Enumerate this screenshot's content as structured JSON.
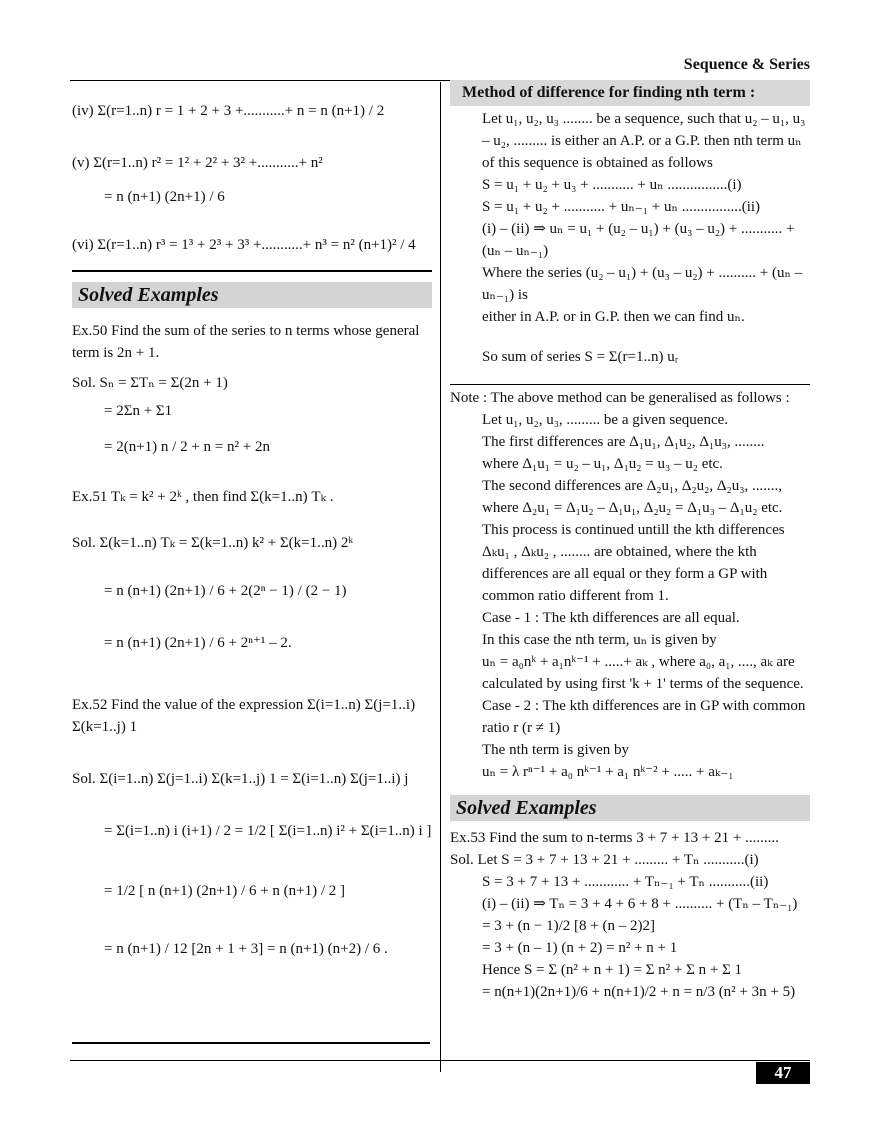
{
  "header": {
    "title": "Sequence & Series"
  },
  "page_number": "47",
  "left": [
    "(iv)  Σ(r=1..n) r = 1 + 2 + 3 +...........+ n = n (n+1) / 2",
    "(v)  Σ(r=1..n) r² = 1² + 2² + 3² +...........+ n²",
    "= n (n+1) (2n+1) / 6",
    "(vi)  Σ(r=1..n) r³ = 1³ + 2³ + 3³ +...........+ n³ = n² (n+1)² / 4",
    "Solved Examples",
    "Ex.50  Find the sum of the series to n terms whose general term is 2n + 1.",
    "Sol. Sₙ = ΣTₙ = Σ(2n + 1)",
    "= 2Σn + Σ1",
    "= 2(n+1) n / 2 + n = n² + 2n",
    "Ex.51  Tₖ = k² + 2ᵏ , then find Σ(k=1..n) Tₖ .",
    "Sol. Σ(k=1..n) Tₖ = Σ(k=1..n) k² + Σ(k=1..n) 2ᵏ",
    "= n (n+1) (2n+1) / 6 + 2(2ⁿ − 1) / (2 − 1)",
    "= n (n+1) (2n+1) / 6 + 2ⁿ⁺¹ – 2.",
    "Ex.52  Find the value of the expression Σ(i=1..n) Σ(j=1..i) Σ(k=1..j) 1",
    "Sol. Σ(i=1..n) Σ(j=1..i) Σ(k=1..j) 1 = Σ(i=1..n) Σ(j=1..i) j",
    "= Σ(i=1..n) i (i+1) / 2 = 1/2 [ Σ(i=1..n) i² + Σ(i=1..n) i ]",
    "= 1/2 [ n (n+1) (2n+1) / 6 + n (n+1) / 2 ]",
    "= n (n+1) / 12 [2n + 1 + 3] = n (n+1) (n+2) / 6 ."
  ],
  "right": [
    "Method of difference for finding nth term :",
    "Let u₁, u₂, u₃ ........ be a sequence, such that u₂ – u₁, u₃ – u₂, ......... is either an A.P. or a G.P. then nth term uₙ of this sequence is obtained as follows",
    "S = u₁ + u₂ + u₃ + ........... + uₙ ................(i)",
    "S = u₁ + u₂ + ........... + uₙ₋₁ + uₙ ................(ii)",
    "(i) – (ii) ⇒ uₙ = u₁ + (u₂ – u₁) + (u₃ – u₂) + ........... + (uₙ – uₙ₋₁)",
    "Where the series (u₂ – u₁) + (u₃ – u₂) + .......... + (uₙ – uₙ₋₁) is",
    "either in A.P. or in G.P. then we can find uₙ.",
    "So sum of series S = Σ(r=1..n) uᵣ",
    "Note : The above method can be generalised as follows :",
    "Let u₁, u₂, u₃, ......... be a given sequence.",
    "The first differences are Δ₁u₁, Δ₁u₂, Δ₁u₃, ........",
    "where Δ₁u₁ = u₂ – u₁, Δ₁u₂ = u₃ – u₂ etc.",
    "The second differences are Δ₂u₁, Δ₂u₂, Δ₂u₃, .......,",
    "where Δ₂u₁ = Δ₁u₂ – Δ₁u₁, Δ₂u₂ = Δ₁u₃ – Δ₁u₂ etc.",
    "This process is continued untill the kth differences Δₖu₁ , Δₖu₂ , ........ are obtained, where the kth differences are all equal or they form a GP with common ratio different from 1.",
    "Case - 1 : The kth differences are all equal.",
    "In this case the nth term, uₙ is given by",
    "uₙ = a₀nᵏ + a₁nᵏ⁻¹ + .....+ aₖ , where a₀, a₁, ...., aₖ are calculated by using first 'k + 1' terms of the sequence.",
    "Case - 2 : The kth differences are in GP with common ratio r (r ≠ 1)",
    "The nth term is given by",
    "uₙ = λ rⁿ⁻¹ + a₀ nᵏ⁻¹ + a₁ nᵏ⁻² + ..... + aₖ₋₁",
    "Solved Examples",
    "Ex.53  Find the sum to n-terms 3 + 7 + 13 + 21 + .........",
    "Sol. Let S = 3 + 7 + 13 + 21 + ......... + Tₙ ...........(i)",
    "S = 3 + 7 + 13 + ............ + Tₙ₋₁ + Tₙ ...........(ii)",
    "(i) – (ii) ⇒ Tₙ = 3 + 4 + 6 + 8 + .......... + (Tₙ – Tₙ₋₁)",
    "= 3 + (n − 1)/2 [8 + (n – 2)2]",
    "= 3 + (n – 1) (n + 2) = n² + n + 1",
    "Hence S = Σ (n² + n + 1) = Σ n² + Σ n + Σ 1",
    "= n(n+1)(2n+1)/6 + n(n+1)/2 + n = n/3 (n² + 3n + 5)"
  ]
}
